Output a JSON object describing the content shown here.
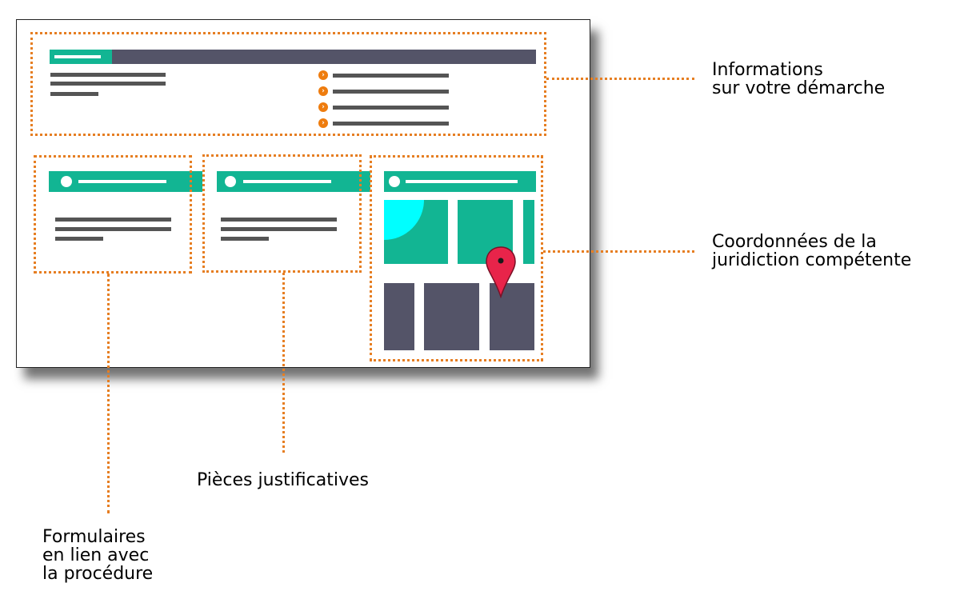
{
  "labels": {
    "informations": "Informations\nsur votre démarche",
    "coordonnees": "Coordonnées de la\njuridiction compétente",
    "pieces": "Pièces justificatives",
    "formulaires": "Formulaires\nen lien avec\nla procédure"
  },
  "colors": {
    "teal": "#12b593",
    "slate": "#545468",
    "orange": "#e67e22",
    "pin": "#e8244a",
    "aqua": "#00ffff"
  },
  "icons": {
    "list_bullet": "chevron-right-icon",
    "map_marker": "map-pin-icon"
  }
}
